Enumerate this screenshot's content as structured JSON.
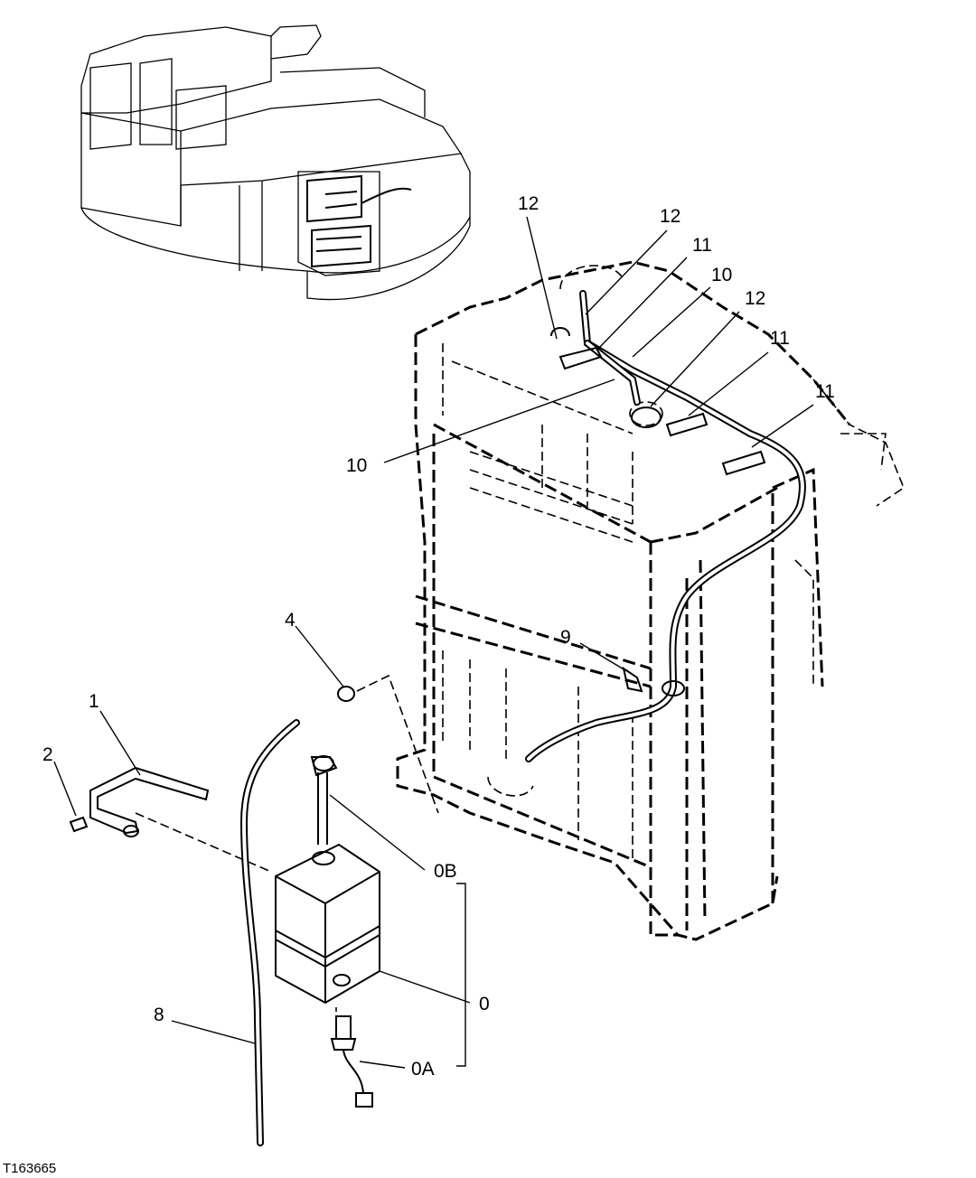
{
  "figure_code": "T163665",
  "callouts": [
    {
      "id": "c1",
      "text": "1"
    },
    {
      "id": "c2",
      "text": "2"
    },
    {
      "id": "c4",
      "text": "4"
    },
    {
      "id": "c8",
      "text": "8"
    },
    {
      "id": "c9",
      "text": "9"
    },
    {
      "id": "c0",
      "text": "0"
    },
    {
      "id": "c0A",
      "text": "0A"
    },
    {
      "id": "c0B",
      "text": "0B"
    },
    {
      "id": "c10a",
      "text": "10"
    },
    {
      "id": "c10b",
      "text": "10"
    },
    {
      "id": "c11a",
      "text": "11"
    },
    {
      "id": "c11b",
      "text": "11"
    },
    {
      "id": "c11c",
      "text": "11"
    },
    {
      "id": "c12a",
      "text": "12"
    },
    {
      "id": "c12b",
      "text": "12"
    },
    {
      "id": "c12c",
      "text": "12"
    }
  ]
}
